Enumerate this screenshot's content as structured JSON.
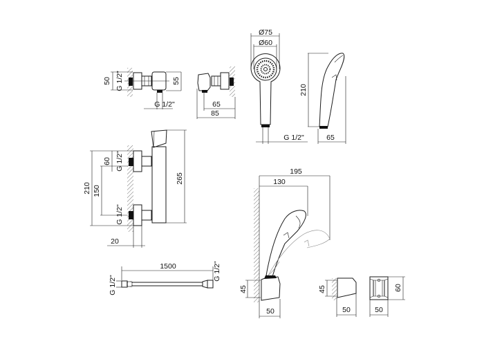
{
  "drawing": {
    "elbow_front": {
      "height": "50",
      "thread": "G 1/2\"",
      "depth": "55",
      "outlet": "G 1/2\""
    },
    "elbow_side": {
      "inner": "65",
      "outer": "85"
    },
    "handset_front": {
      "outer_dia": "Ø75",
      "inner_dia": "Ø60",
      "thread": "G 1/2\""
    },
    "handset_side": {
      "length": "210",
      "width": "65"
    },
    "mixer": {
      "total_span": "210",
      "inlet_spacing": "150",
      "inlet_height": "60",
      "thread_top": "G 1/2\"",
      "thread_bottom": "G 1/2\"",
      "height": "265",
      "offset": "20"
    },
    "hose": {
      "length": "1500",
      "thread_left": "G 1/2\"",
      "thread_right": "G 1/2\""
    },
    "holder_assembly": {
      "reach": "195",
      "handset_reach": "130",
      "holder_height": "45",
      "holder_depth": "50"
    },
    "holder_side": {
      "height": "45",
      "depth": "50"
    },
    "holder_front": {
      "height": "60",
      "width": "50"
    }
  },
  "colors": {
    "line": "#1a1a1a",
    "background": "#ffffff"
  }
}
